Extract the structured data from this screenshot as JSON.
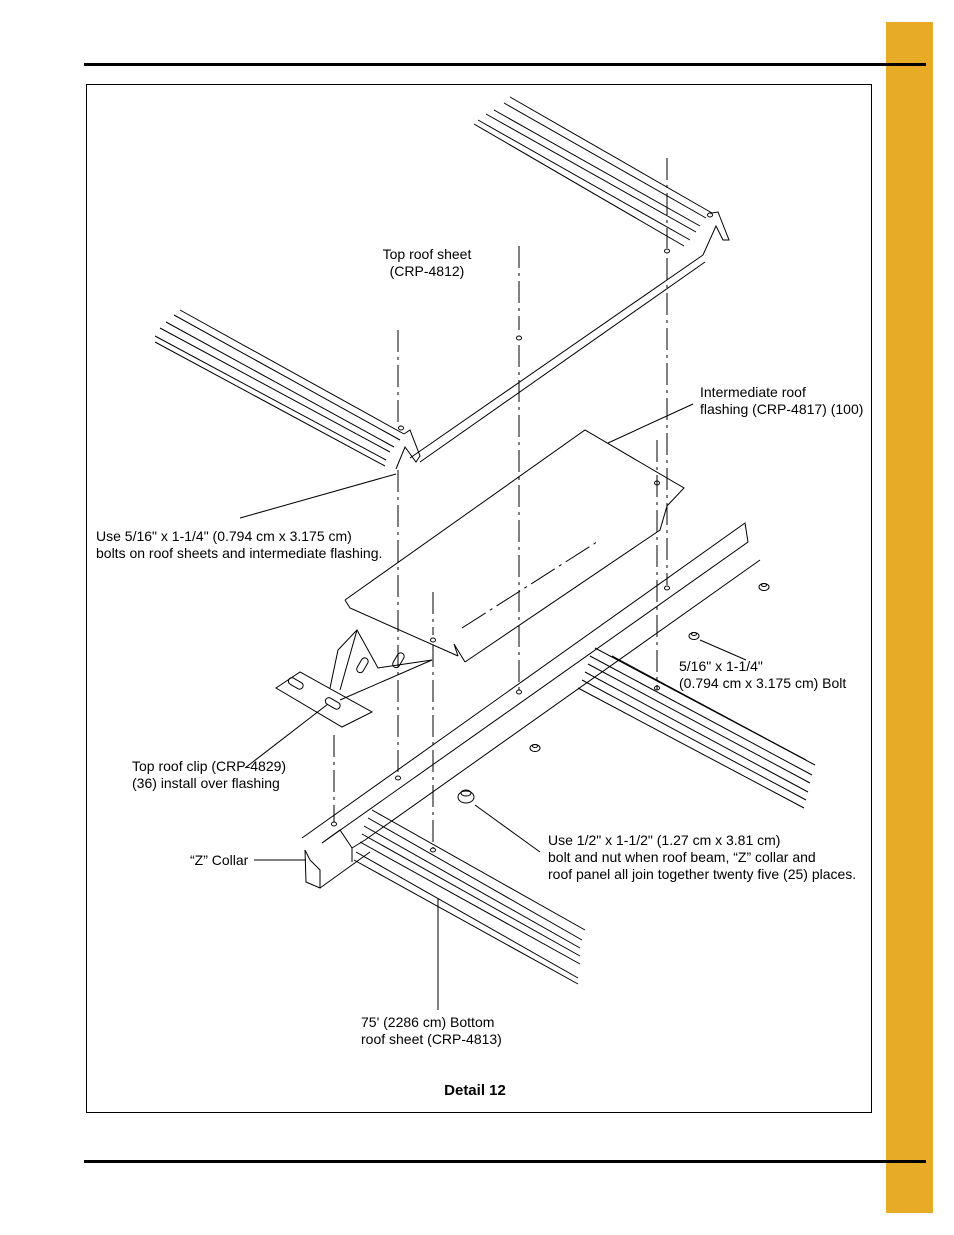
{
  "page": {
    "accent_color": "#e8ab25"
  },
  "labels": {
    "top_roof_sheet": "Top roof sheet\n(CRP-4812)",
    "intermediate_flashing": "Intermediate roof\nflashing (CRP-4817) (100)",
    "bolts_roof_sheets": "Use 5/16\" x 1-1/4\" (0.794 cm x 3.175 cm)\nbolts on roof sheets and intermediate flashing.",
    "small_bolt": "5/16\" x 1-1/4\"\n(0.794 cm x 3.175 cm) Bolt",
    "top_roof_clip": "Top roof clip (CRP-4829)\n(36) install over flashing",
    "large_bolt": "Use 1/2\" x 1-1/2\" (1.27 cm x 3.81 cm)\nbolt and nut when roof beam, “Z” collar and\nroof panel all join together twenty five (25) places.",
    "z_collar": "“Z” Collar",
    "bottom_roof_sheet": "75' (2286 cm) Bottom\nroof sheet (CRP-4813)"
  },
  "caption": "Detail 12"
}
